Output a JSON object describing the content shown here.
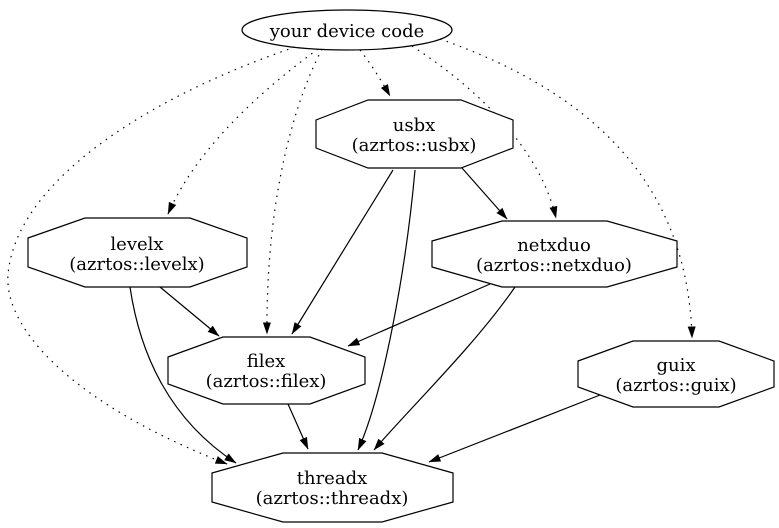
{
  "diagram": {
    "background_color": "#ffffff",
    "line_color": "#000000",
    "text_color": "#000000",
    "nodes": {
      "device": {
        "label": "your device code",
        "shape": "ellipse"
      },
      "usbx": {
        "title": "usbx",
        "subtitle": "(azrtos::usbx)",
        "shape": "octagon"
      },
      "levelx": {
        "title": "levelx",
        "subtitle": "(azrtos::levelx)",
        "shape": "octagon"
      },
      "netxduo": {
        "title": "netxduo",
        "subtitle": "(azrtos::netxduo)",
        "shape": "octagon"
      },
      "filex": {
        "title": "filex",
        "subtitle": "(azrtos::filex)",
        "shape": "octagon"
      },
      "guix": {
        "title": "guix",
        "subtitle": "(azrtos::guix)",
        "shape": "octagon"
      },
      "threadx": {
        "title": "threadx",
        "subtitle": "(azrtos::threadx)",
        "shape": "octagon"
      }
    },
    "edges": [
      {
        "from": "device",
        "to": "usbx",
        "style": "dotted"
      },
      {
        "from": "device",
        "to": "levelx",
        "style": "dotted"
      },
      {
        "from": "device",
        "to": "netxduo",
        "style": "dotted"
      },
      {
        "from": "device",
        "to": "filex",
        "style": "dotted"
      },
      {
        "from": "device",
        "to": "guix",
        "style": "dotted"
      },
      {
        "from": "device",
        "to": "threadx",
        "style": "dotted"
      },
      {
        "from": "usbx",
        "to": "netxduo",
        "style": "solid"
      },
      {
        "from": "usbx",
        "to": "filex",
        "style": "solid"
      },
      {
        "from": "usbx",
        "to": "threadx",
        "style": "solid"
      },
      {
        "from": "levelx",
        "to": "filex",
        "style": "solid"
      },
      {
        "from": "levelx",
        "to": "threadx",
        "style": "solid"
      },
      {
        "from": "netxduo",
        "to": "filex",
        "style": "solid"
      },
      {
        "from": "netxduo",
        "to": "threadx",
        "style": "solid"
      },
      {
        "from": "filex",
        "to": "threadx",
        "style": "solid"
      },
      {
        "from": "guix",
        "to": "threadx",
        "style": "solid"
      }
    ]
  }
}
